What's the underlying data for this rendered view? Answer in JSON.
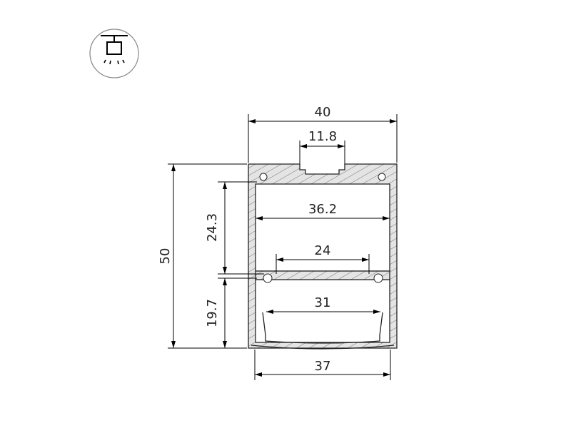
{
  "icon": {
    "name": "pendant-mount-icon"
  },
  "dimensions": {
    "width_outer": "40",
    "slot_width": "11.8",
    "inner_width": "36.2",
    "lower_inner_width": "24",
    "diffuser_inner_width": "31",
    "diffuser_width": "37",
    "height_total": "50",
    "upper_chamber_height": "24.3",
    "lower_chamber_height": "19.7"
  }
}
